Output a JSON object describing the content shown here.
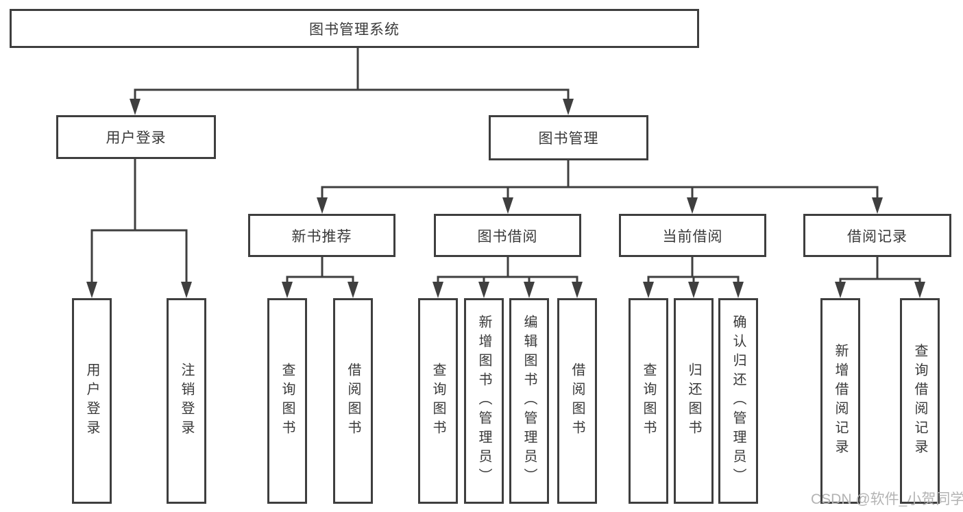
{
  "diagram": {
    "root": {
      "label": "图书管理系统"
    },
    "level1": [
      {
        "label": "用户登录"
      },
      {
        "label": "图书管理"
      }
    ],
    "level2": [
      {
        "label": "新书推荐"
      },
      {
        "label": "图书借阅"
      },
      {
        "label": "当前借阅"
      },
      {
        "label": "借阅记录"
      }
    ],
    "leaves": {
      "user_login": [
        {
          "label": "用户登录"
        },
        {
          "label": "注销登录"
        }
      ],
      "new_books": [
        {
          "label": "查询图书"
        },
        {
          "label": "借阅图书"
        }
      ],
      "book_borrow": [
        {
          "label": "查询图书"
        },
        {
          "label": "新增图书（管理员）"
        },
        {
          "label": "编辑图书（管理员）"
        },
        {
          "label": "借阅图书"
        }
      ],
      "current_borrow": [
        {
          "label": "查询图书"
        },
        {
          "label": "归还图书"
        },
        {
          "label": "确认归还（管理员）"
        }
      ],
      "borrow_records": [
        {
          "label": "新增借阅记录"
        },
        {
          "label": "查询借阅记录"
        }
      ]
    },
    "watermark": "CSDN @软件_小贺同学",
    "colors": {
      "line": "#3f3f3f",
      "text": "#393939",
      "watermark": "#b3b3b3",
      "background": "#ffffff"
    }
  }
}
